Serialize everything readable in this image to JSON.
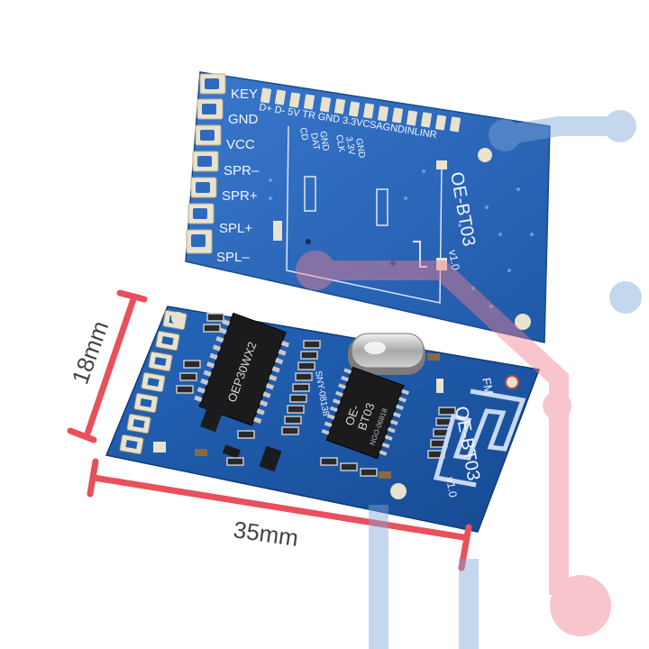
{
  "colors": {
    "pcb_blue": "#1f5fb0",
    "pcb_blue_dark": "#1a4f96",
    "back_pcb_blue": "#2e6bc0",
    "pad_gold": "#d8d0b8",
    "dimension_red": "#e8505b",
    "watermark_pink": "#f0b8c0",
    "watermark_blue": "#a8c4e4"
  },
  "back_board": {
    "pin_labels": [
      "KEY",
      "GND",
      "VCC",
      "SPR–",
      "SPR+",
      "SPL+",
      "SPL–"
    ],
    "top_label_row": "D+ D- 5V  TR GND 3.3VCSAGNDINLINR",
    "vertical_labels": [
      "CD",
      "GND",
      "DAT",
      "CLK",
      "3.3V",
      "GND"
    ],
    "model_text": "OE-BT03",
    "version_text": "v1.0"
  },
  "front_board": {
    "chip_left_text": "OEP30WX2",
    "chip_mid_text": "SNY-08138",
    "chip_right_line1": "OE-",
    "chip_right_line2": "BT03",
    "chip_right_line3": "NGO-06818",
    "fm_label": "FM",
    "model_text": "OE-BT03",
    "version_text": "v1.0"
  },
  "dimensions": {
    "height_label": "18mm",
    "width_label": "35mm"
  }
}
